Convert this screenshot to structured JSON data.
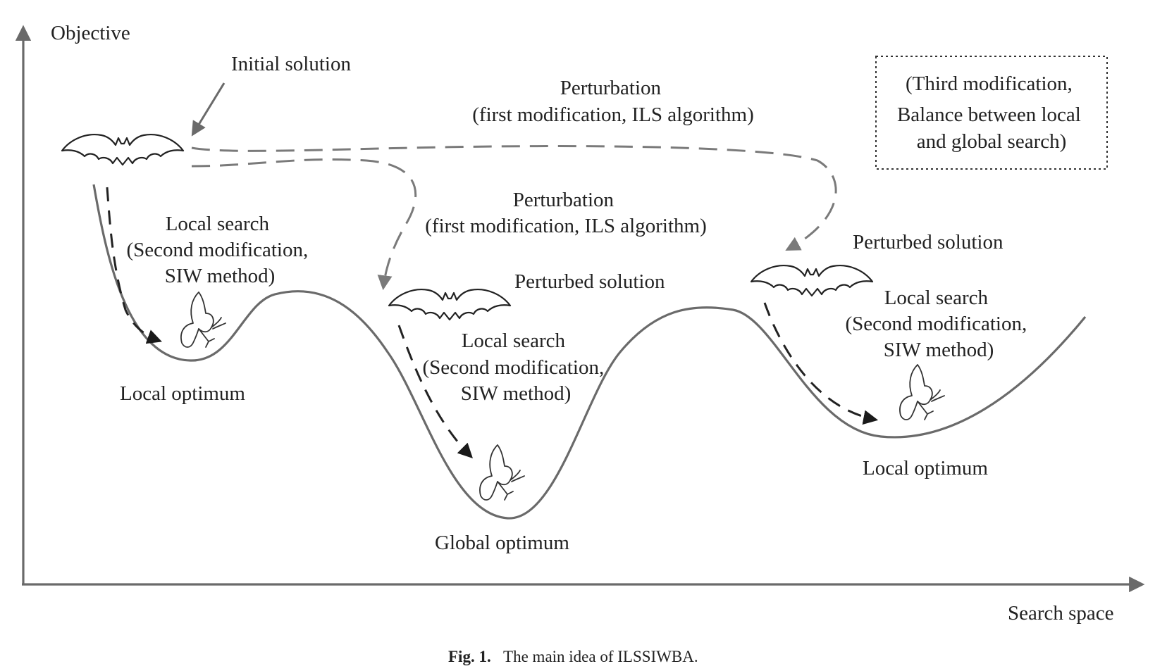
{
  "axes": {
    "y_label": "Objective",
    "x_label": "Search space"
  },
  "labels": {
    "initial_solution": "Initial solution",
    "perturbation_top": [
      "Perturbation",
      "(first modification, ILS algorithm)"
    ],
    "perturbation_mid": [
      "Perturbation",
      "(first modification, ILS algorithm)"
    ],
    "third_modification": [
      "(Third modification,",
      "Balance between local",
      "and global search)"
    ],
    "local_search_left": [
      "Local search",
      "(Second modification,",
      "SIW method)"
    ],
    "local_search_mid": [
      "Local search",
      "(Second modification,",
      "SIW method)"
    ],
    "local_search_right": [
      "Local search",
      "(Second modification,",
      "SIW method)"
    ],
    "perturbed_solution_mid": "Perturbed solution",
    "perturbed_solution_right": "Perturbed solution",
    "local_optimum_left": "Local optimum",
    "global_optimum": "Global optimum",
    "local_optimum_right": "Local optimum"
  },
  "caption": {
    "prefix": "Fig. 1.",
    "text": "The main idea of ILSSIWBA."
  },
  "colors": {
    "curve": "#6a6a6a",
    "dashed_perturbation": "#7a7a7a",
    "dashed_local_search": "#222222",
    "box_border": "#333333"
  }
}
